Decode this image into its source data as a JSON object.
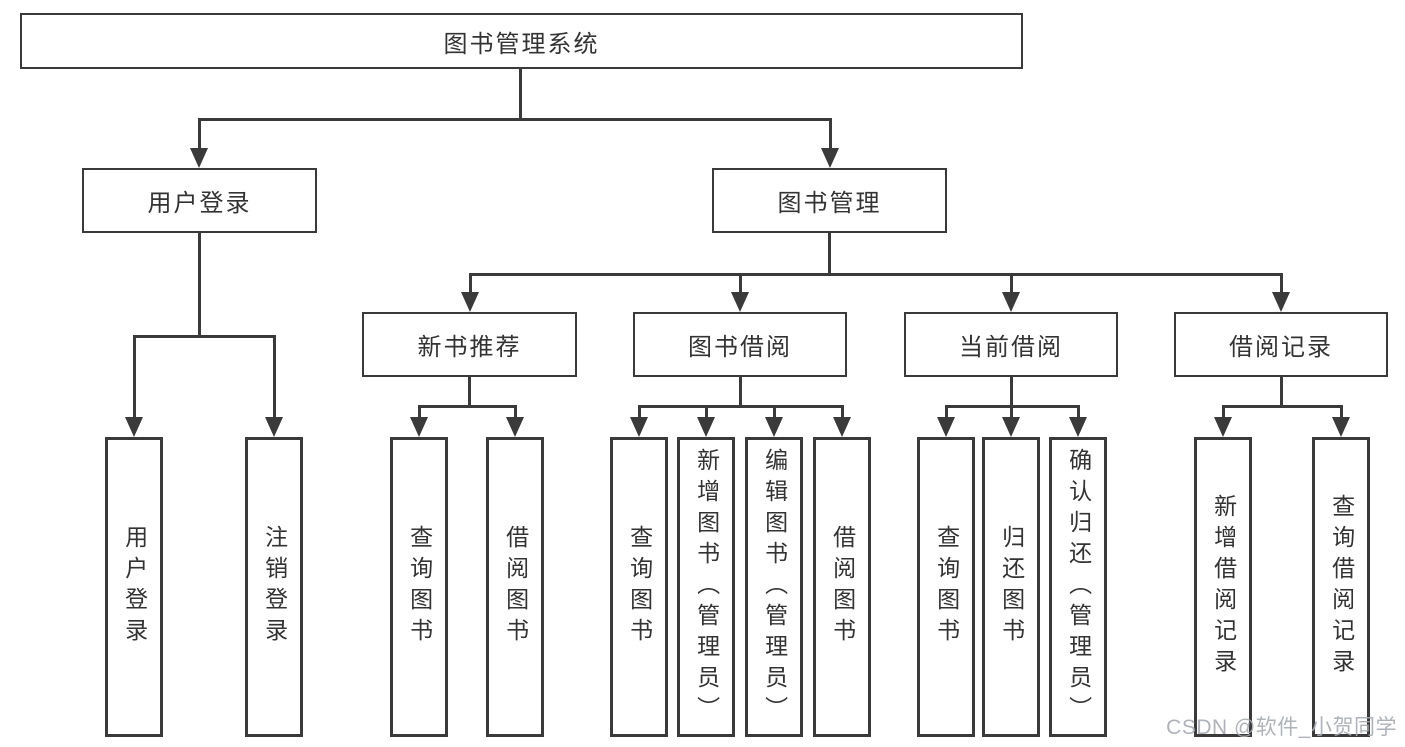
{
  "tree": {
    "label": "图书管理系统",
    "children": [
      {
        "label": "用户登录",
        "children": [
          {
            "label": "用户登录"
          },
          {
            "label": "注销登录"
          }
        ]
      },
      {
        "label": "图书管理",
        "children": [
          {
            "label": "新书推荐",
            "children": [
              {
                "label": "查询图书"
              },
              {
                "label": "借阅图书"
              }
            ]
          },
          {
            "label": "图书借阅",
            "children": [
              {
                "label": "查询图书"
              },
              {
                "label": "新增图书（管理员）"
              },
              {
                "label": "编辑图书（管理员）"
              },
              {
                "label": "借阅图书"
              }
            ]
          },
          {
            "label": "当前借阅",
            "children": [
              {
                "label": "查询图书"
              },
              {
                "label": "归还图书"
              },
              {
                "label": "确认归还（管理员）"
              }
            ]
          },
          {
            "label": "借阅记录",
            "children": [
              {
                "label": "新增借阅记录"
              },
              {
                "label": "查询借阅记录"
              }
            ]
          }
        ]
      }
    ]
  },
  "watermark": {
    "text": "CSDN @软件_小贺同学"
  },
  "colors": {
    "line": "#3a3a3a",
    "text": "#333333",
    "watermark": "#a6abb2",
    "background": "#ffffff"
  }
}
